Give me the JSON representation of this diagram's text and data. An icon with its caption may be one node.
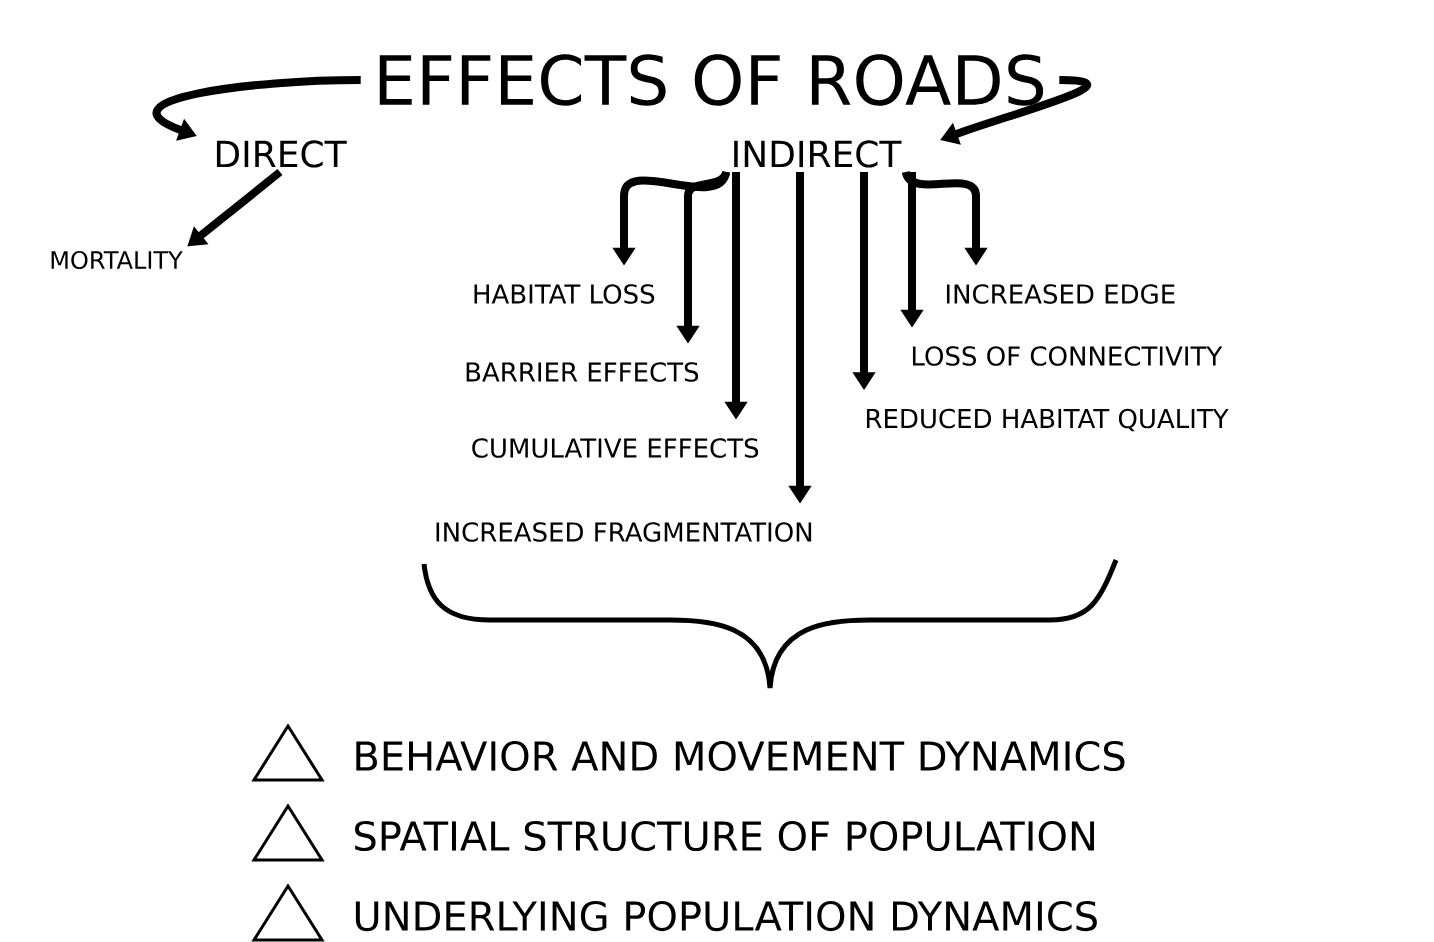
{
  "diagram": {
    "nodes": [
      {
        "text": [
          "EFFECTS OF ROADS"
        ]
      },
      {
        "text": [
          "DIRECT"
        ]
      },
      {
        "text": [
          "INDIRECT"
        ]
      },
      {
        "text": [
          "MORTALITY"
        ]
      },
      {
        "text": [
          "HABITAT LOSS"
        ]
      },
      {
        "text": [
          "BARRIER EFFECTS"
        ]
      },
      {
        "text": [
          "CUMULATIVE EFFECTS"
        ]
      },
      {
        "text": [
          "INCREASED FRAGMENTATION"
        ]
      },
      {
        "text": [
          "INCREASED EDGE"
        ]
      },
      {
        "text": [
          "LOSS OF CONNECTIVITY"
        ]
      },
      {
        "text": [
          "REDUCED HABITAT QUALITY"
        ]
      }
    ],
    "edges": [
      {
        "from": 0,
        "to": 1,
        "arrow": "to"
      },
      {
        "from": 0,
        "to": 2,
        "arrow": "to"
      },
      {
        "from": 1,
        "to": 3,
        "arrow": "to"
      },
      {
        "from": 2,
        "to": 4,
        "arrow": "to"
      },
      {
        "from": 2,
        "to": 5,
        "arrow": "to"
      },
      {
        "from": 2,
        "to": 6,
        "arrow": "to"
      },
      {
        "from": 2,
        "to": 7,
        "arrow": "to"
      },
      {
        "from": 2,
        "to": 10,
        "arrow": "to"
      },
      {
        "from": 2,
        "to": 9,
        "arrow": "to"
      },
      {
        "from": 2,
        "to": 8,
        "arrow": "to"
      }
    ],
    "labels": [
      "BEHAVIOR AND MOVEMENT DYNAMICS",
      "SPATIAL STRUCTURE OF POPULATION",
      "UNDERLYING POPULATION DYNAMICS"
    ]
  }
}
